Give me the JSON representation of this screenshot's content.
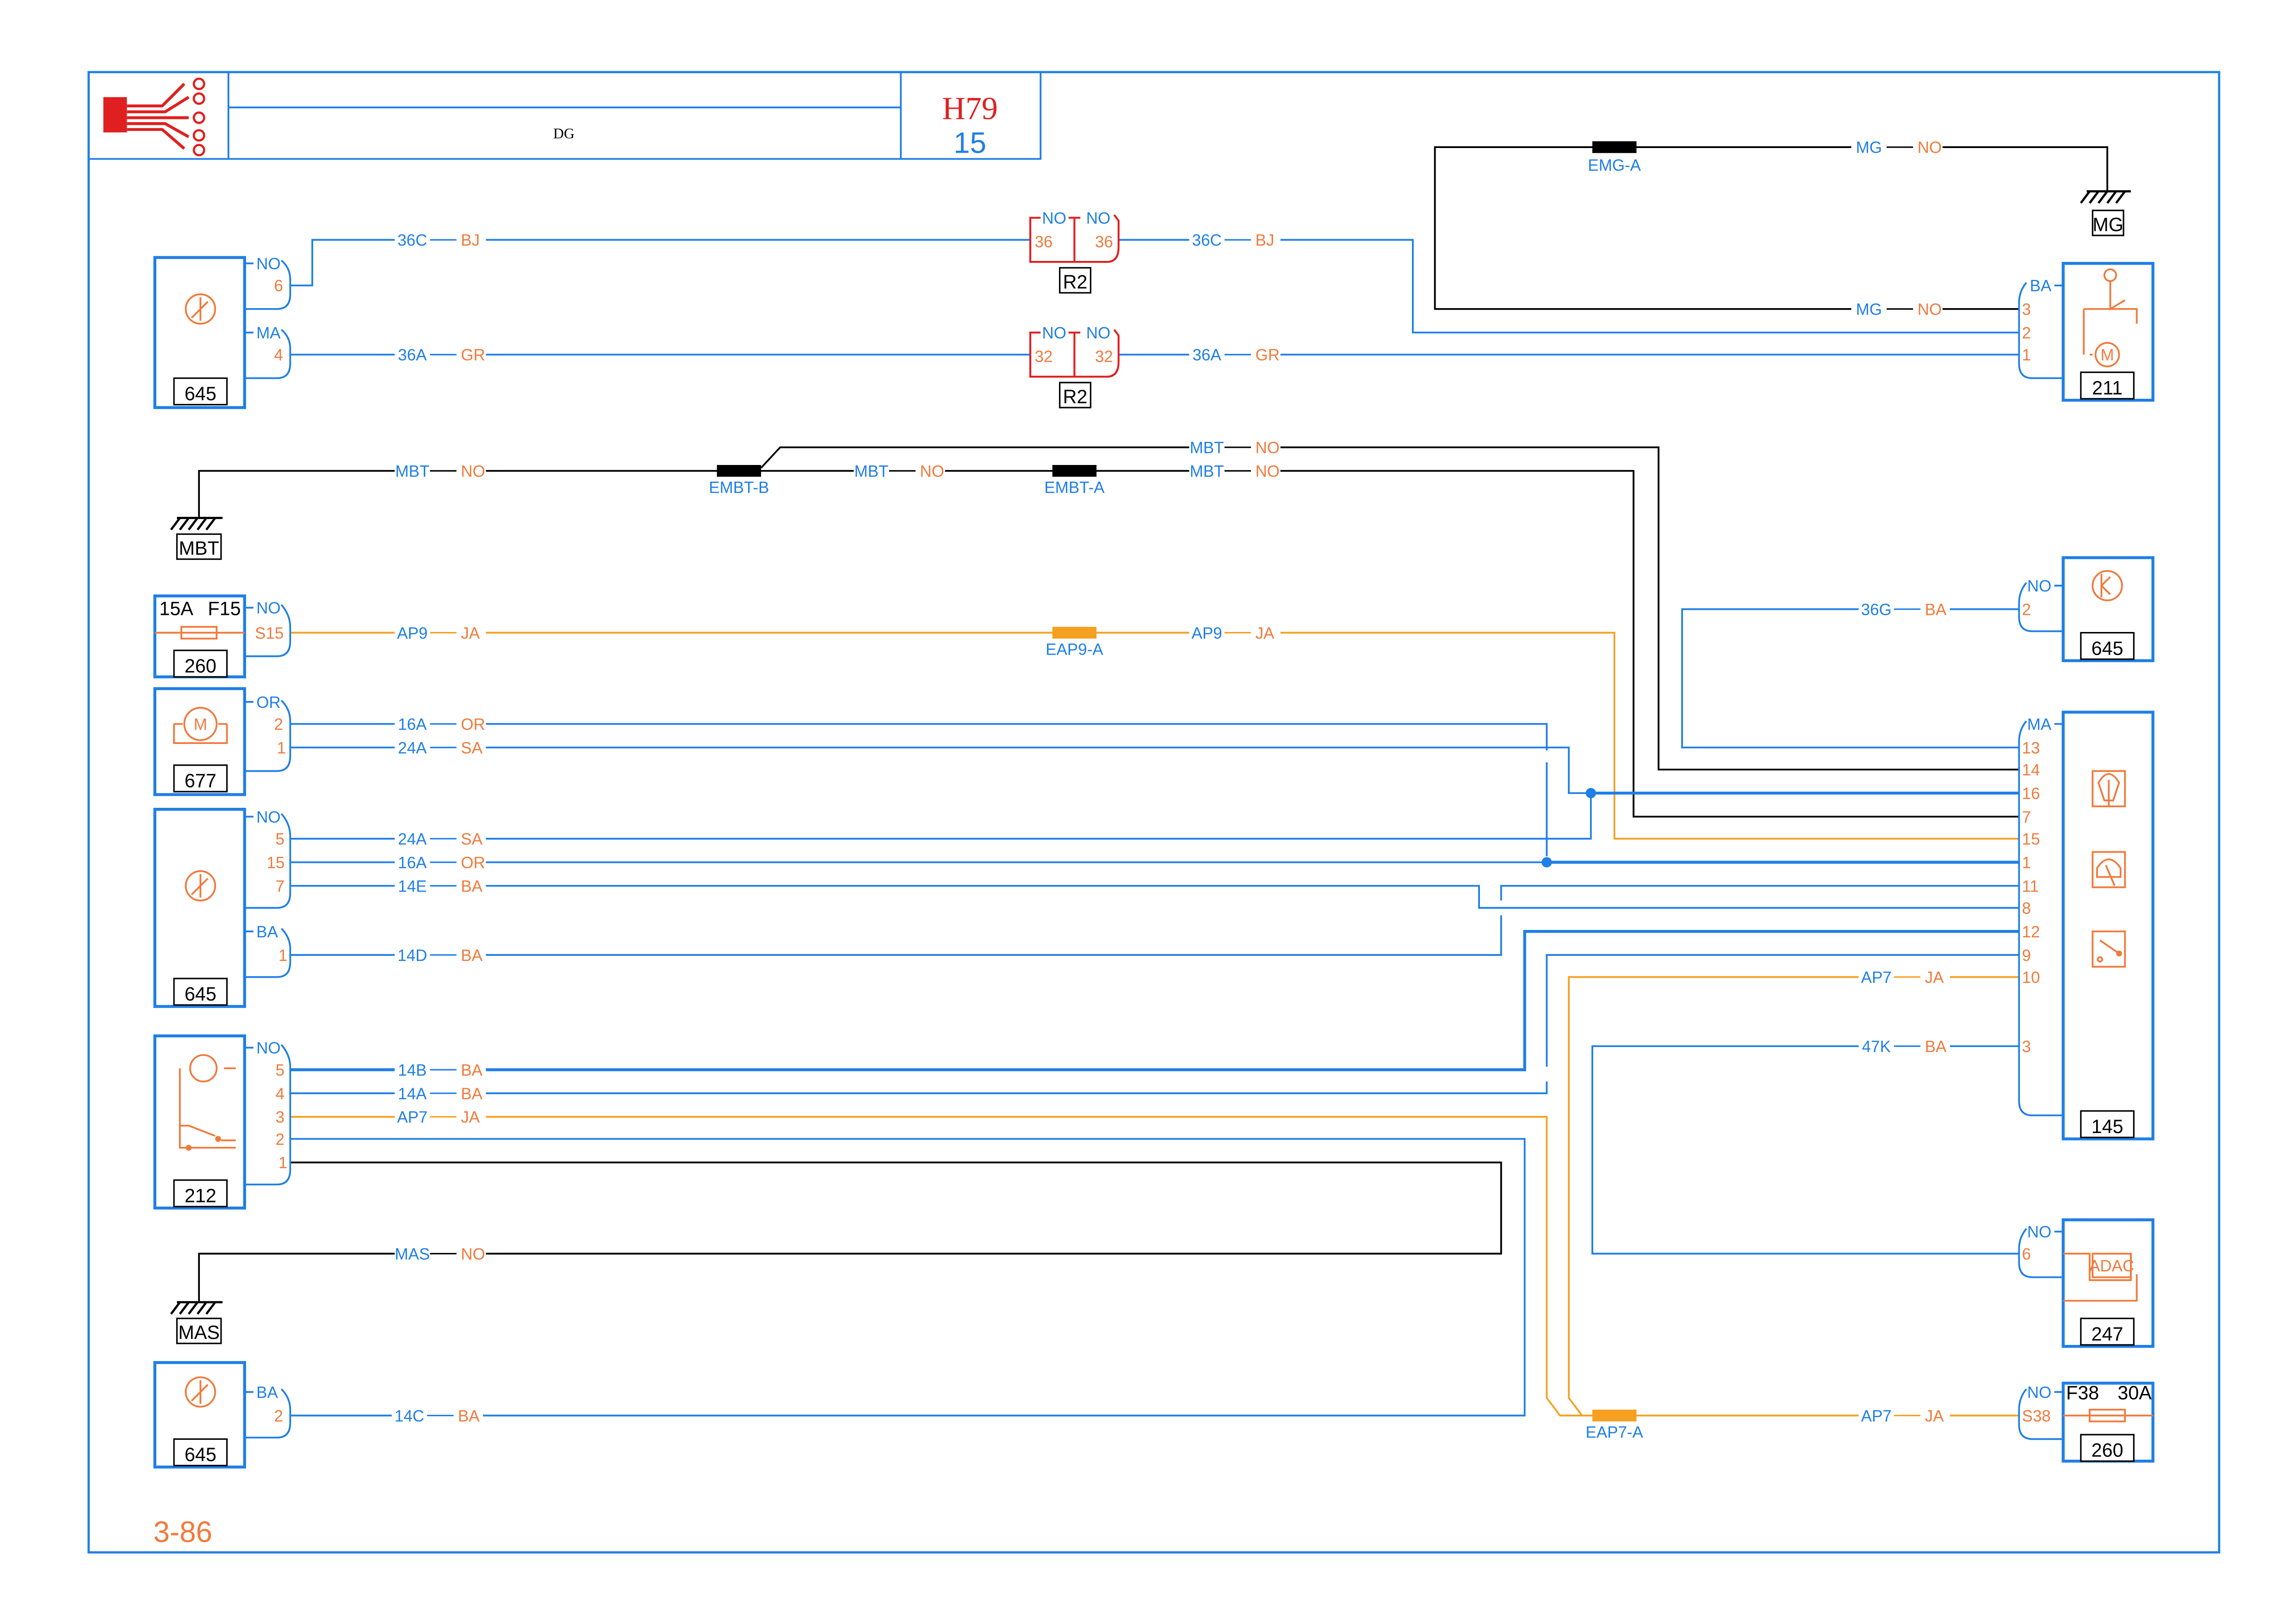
{
  "title_block": {
    "drawing_code": "DG",
    "sheet": "H79",
    "page": "15"
  },
  "footer": "3-86",
  "colors": {
    "wire_blue": "#1f7fe6",
    "wire_black": "#000000",
    "wire_yellow": "#f5a020",
    "pin_orange": "#f07a3c",
    "connector_red": "#e02020"
  },
  "wires": [
    {
      "code": "36C",
      "color": "BJ"
    },
    {
      "code": "36A",
      "color": "GR"
    },
    {
      "code": "MG",
      "color": "NO"
    },
    {
      "code": "MBT",
      "color": "NO"
    },
    {
      "code": "AP9",
      "color": "JA"
    },
    {
      "code": "36G",
      "color": "BA"
    },
    {
      "code": "16A",
      "color": "OR"
    },
    {
      "code": "24A",
      "color": "SA"
    },
    {
      "code": "14E",
      "color": "BA"
    },
    {
      "code": "14D",
      "color": "BA"
    },
    {
      "code": "14B",
      "color": "BA"
    },
    {
      "code": "14A",
      "color": "BA"
    },
    {
      "code": "AP7",
      "color": "JA"
    },
    {
      "code": "47K",
      "color": "BA"
    },
    {
      "code": "MAS",
      "color": "NO"
    },
    {
      "code": "14C",
      "color": "BA"
    }
  ],
  "splices": {
    "emg_a": "EMG-A",
    "embt_b": "EMBT-B",
    "embt_a": "EMBT-A",
    "eap9_a": "EAP9-A",
    "eap7_a": "EAP7-A"
  },
  "grounds": {
    "mg": "MG",
    "mbt": "MBT",
    "mas": "MAS"
  },
  "inline_connectors": [
    {
      "id": "R2",
      "left_color": "NO",
      "right_color": "NO",
      "left_pin": "36",
      "right_pin": "36"
    },
    {
      "id": "R2",
      "left_color": "NO",
      "right_color": "NO",
      "left_pin": "32",
      "right_pin": "32"
    }
  ],
  "components": {
    "c645_top": {
      "id": "645",
      "pins": [
        "NO",
        "6",
        "MA",
        "4"
      ]
    },
    "c260_top": {
      "id": "260",
      "fuse": "15A",
      "fuse_id": "F15",
      "pins": [
        "NO",
        "S15"
      ]
    },
    "c677": {
      "id": "677",
      "pins": [
        "OR",
        "2",
        "1"
      ]
    },
    "c645_mid": {
      "id": "645",
      "pins": [
        "NO",
        "5",
        "15",
        "7",
        "BA",
        "1"
      ]
    },
    "c212": {
      "id": "212",
      "pins": [
        "NO",
        "5",
        "4",
        "3",
        "2",
        "1"
      ]
    },
    "c645_bot": {
      "id": "645",
      "pins": [
        "BA",
        "2"
      ]
    },
    "c211": {
      "id": "211",
      "pins": [
        "BA",
        "3",
        "2",
        "1"
      ]
    },
    "c645_right": {
      "id": "645",
      "pins": [
        "NO",
        "2"
      ]
    },
    "c145": {
      "id": "145",
      "pins": [
        "MA",
        "13",
        "14",
        "16",
        "7",
        "15",
        "1",
        "11",
        "8",
        "12",
        "9",
        "10",
        "3"
      ]
    },
    "c247": {
      "id": "247",
      "pins": [
        "NO",
        "6"
      ],
      "icon_text": "ADAC"
    },
    "c260_bot": {
      "id": "260",
      "fuse": "30A",
      "fuse_id": "F38",
      "pins": [
        "NO",
        "S38"
      ]
    }
  }
}
